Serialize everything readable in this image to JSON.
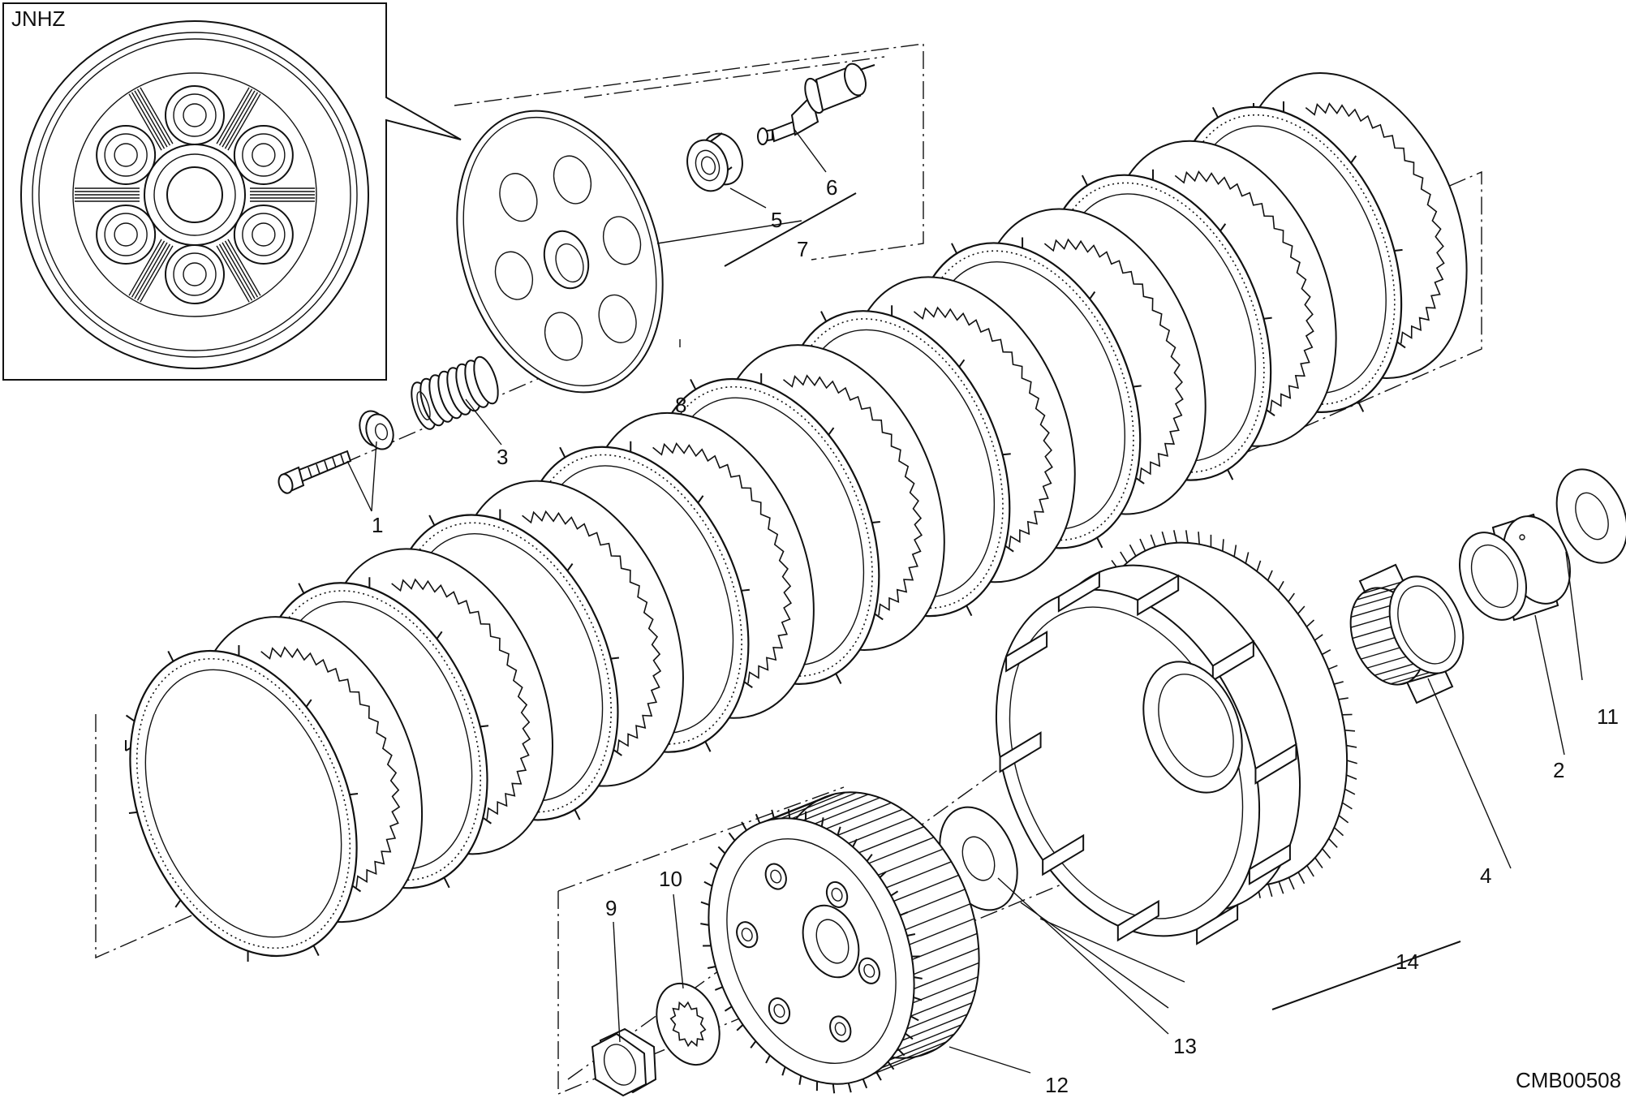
{
  "diagram": {
    "inset_label": "JNHZ",
    "drawing_code": "CMB00508",
    "callouts": [
      {
        "id": "c1",
        "text": "1"
      },
      {
        "id": "c2",
        "text": "2"
      },
      {
        "id": "c3",
        "text": "3"
      },
      {
        "id": "c4",
        "text": "4"
      },
      {
        "id": "c5",
        "text": "5"
      },
      {
        "id": "c6",
        "text": "6"
      },
      {
        "id": "c7",
        "text": "7"
      },
      {
        "id": "c8",
        "text": "8"
      },
      {
        "id": "c9",
        "text": "9"
      },
      {
        "id": "c10",
        "text": "10"
      },
      {
        "id": "c11",
        "text": "11"
      },
      {
        "id": "c12",
        "text": "12"
      },
      {
        "id": "c13",
        "text": "13"
      },
      {
        "id": "c14",
        "text": "14"
      }
    ],
    "plate_count": 18
  }
}
